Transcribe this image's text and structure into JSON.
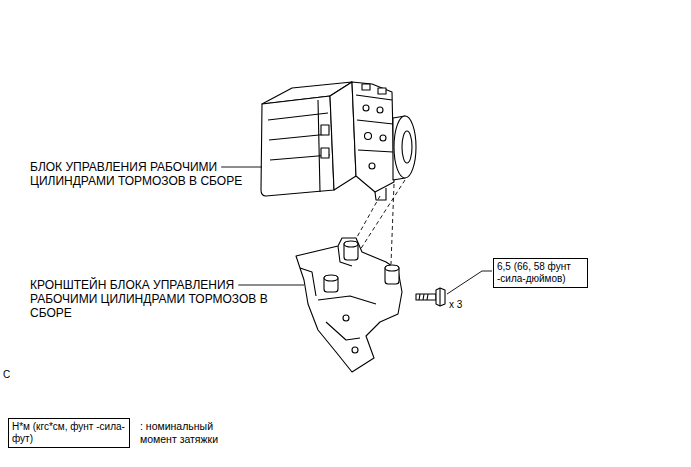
{
  "diagram": {
    "nodes": [
      {
        "text": [
          "6,5 (66, 58 фунт -сила-дюймов)"
        ]
      },
      {
        "text": [
          "Н*м (кгс*см, фунт -сила-фут)",
          ": номинальный момент затяжки"
        ]
      }
    ],
    "labels": [
      "БЛОК УПРАВЛЕНИЯ РАБОЧИМИ ЦИЛИНДРАМИ ТОРМОЗОВ В СБОРЕ",
      "КРОНШТЕЙН БЛОКА УПРАВЛЕНИЯ РАБОЧИМИ ЦИЛИНДРАМИ ТОРМОЗОВ В СБОРЕ",
      "x 3",
      "C"
    ]
  }
}
